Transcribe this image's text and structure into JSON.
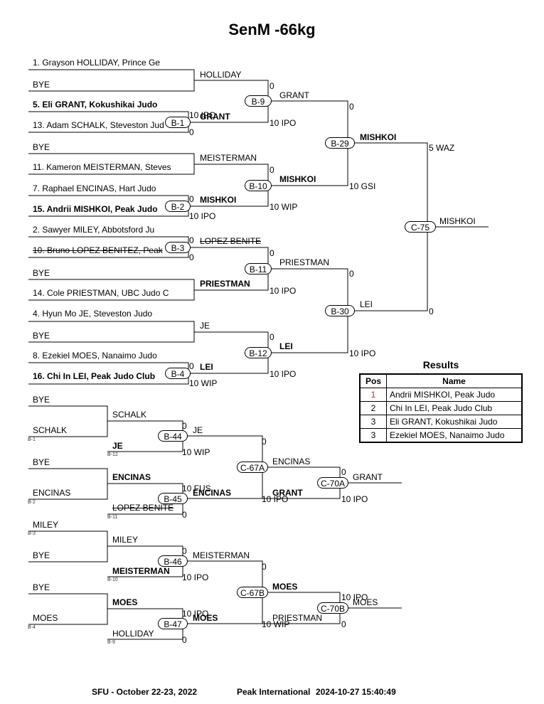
{
  "title": "SenM -66kg",
  "seeds": [
    "1. Grayson HOLLIDAY, Prince Ge",
    "BYE",
    "5. Eli GRANT, Kokushikai Judo",
    "13. Adam SCHALK, Steveston Jud",
    "BYE",
    "11. Kameron MEISTERMAN, Steves",
    "7. Raphael ENCINAS, Hart Judo",
    "15. Andrii MISHKOI, Peak Judo",
    "2. Sawyer MILEY, Abbotsford Ju",
    "10. Bruno LOPEZ BENITEZ, Peak",
    "BYE",
    "14. Cole PRIESTMAN, UBC Judo C",
    "4. Hyun Mo JE, Steveston Judo",
    "BYE",
    "8. Ezekiel MOES, Nanaimo Judo",
    "16. Chi In LEI, Peak Judo Club"
  ],
  "main": {
    "r1_winners": [
      "HOLLIDAY",
      "GRANT",
      "MEISTERMAN",
      "MISHKOI",
      "LOPEZ BENITE",
      "PRIESTMAN",
      "JE",
      "LEI"
    ],
    "r2_winners": [
      "GRANT",
      "MISHKOI",
      "PRIESTMAN",
      "LEI"
    ],
    "r3_winners": [
      "MISHKOI",
      "LEI"
    ],
    "final_winner": "MISHKOI",
    "nodes": {
      "b1": "B-1",
      "b2": "B-2",
      "b3": "B-3",
      "b4": "B-4",
      "b9": "B-9",
      "b10": "B-10",
      "b11": "B-11",
      "b12": "B-12",
      "b29": "B-29",
      "b30": "B-30",
      "c75": "C-75"
    },
    "scores": {
      "b1_top": "10 IPO",
      "b1_bot": "0",
      "b2_top": "0",
      "b2_bot": "10 IPO",
      "b3_top": "0",
      "b3_bot": "0",
      "b4_top": "0",
      "b4_bot": "10 WIP",
      "b9_top": "0",
      "b9_bot": "10 IPO",
      "b10_top": "0",
      "b10_bot": "10 WIP",
      "b11_top": "0",
      "b11_bot": "10 IPO",
      "b12_top": "0",
      "b12_bot": "10 IPO",
      "b29_top": "0",
      "b29_bot": "10 GSI",
      "b30_top": "0",
      "b30_bot": "10 IPO",
      "c75_top": "5 WAZ",
      "c75_bot": "0"
    }
  },
  "repechage": {
    "entries": {
      "r1a": "BYE",
      "r1b": "SCHALK",
      "r2a": "BYE",
      "r2b": "ENCINAS",
      "r3a": "MILEY",
      "r3b": "BYE",
      "r4a": "BYE",
      "r4b": "MOES"
    },
    "from": {
      "r1b": "B-1",
      "b44": "B-12",
      "r2b": "B-2",
      "b45": "B-11",
      "r3a": "B-3",
      "b46": "B-10",
      "r4b": "B-4",
      "b47": "B-9"
    },
    "winners": {
      "w1": "SCHALK",
      "w2": "ENCINAS",
      "w3": "MILEY",
      "w4": "MOES",
      "x44": "JE",
      "x45": "LOPEZ BENITE",
      "x46": "MEISTERMAN",
      "x47": "HOLLIDAY",
      "y44": "JE",
      "y45": "ENCINAS",
      "y46": "MEISTERMAN",
      "y47": "MOES",
      "z67a": "ENCINAS",
      "z67a_b": "GRANT",
      "z67b": "MOES",
      "z67b_b": "PRIESTMAN",
      "f70a": "GRANT",
      "f70b": "MOES"
    },
    "nodes": {
      "b44": "B-44",
      "b45": "B-45",
      "b46": "B-46",
      "b47": "B-47",
      "c67a": "C-67A",
      "c67b": "C-67B",
      "c70a": "C-70A",
      "c70b": "C-70B"
    },
    "scores": {
      "b44_top": "0",
      "b44_bot": "10 WIP",
      "b45_top": "10 FUS",
      "b45_bot": "0",
      "b46_top": "0",
      "b46_bot": "10 IPO",
      "b47_top": "10 IPO",
      "b47_bot": "0",
      "c67a_top": "0",
      "c67a_bot": "10 IPO",
      "c67b_top": "0",
      "c67b_bot": "10 WIP",
      "c70a_top": "0",
      "c70a_bot": "10 IPO",
      "c70b_top": "10 IPO",
      "c70b_bot": "0"
    }
  },
  "results": {
    "title": "Results",
    "headers": [
      "Pos",
      "Name"
    ],
    "rows": [
      {
        "pos": "1",
        "name": "Andrii MISHKOI, Peak Judo"
      },
      {
        "pos": "2",
        "name": "Chi In LEI, Peak Judo Club"
      },
      {
        "pos": "3",
        "name": "Eli GRANT, Kokushikai Judo"
      },
      {
        "pos": "3",
        "name": "Ezekiel MOES, Nanaimo Judo"
      }
    ]
  },
  "footer": {
    "left": "SFU - October 22-23, 2022",
    "center": "Peak International",
    "timestamp": "2024-10-27 15:40:49"
  }
}
